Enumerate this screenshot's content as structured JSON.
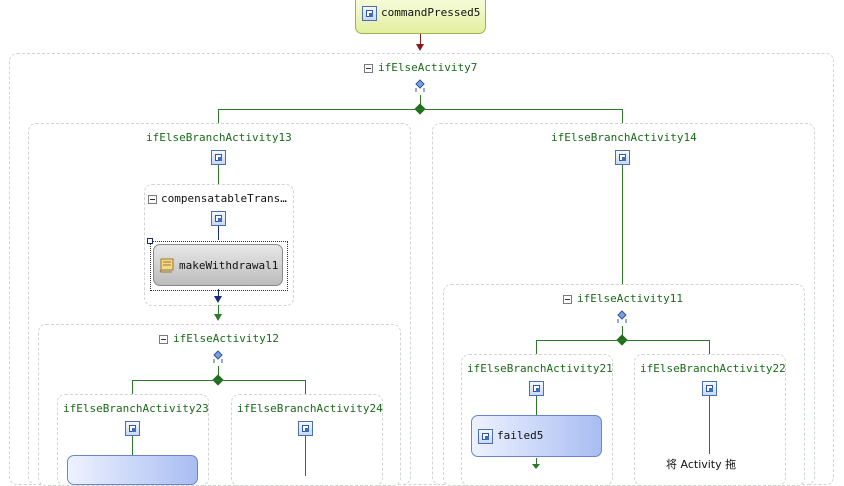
{
  "designer": {
    "top_activity": "commandPressed5",
    "outer_ifelse": "ifElseActivity7",
    "branch13": "ifElseBranchActivity13",
    "branch14": "ifElseBranchActivity14",
    "compensatable": "compensatableTrans…",
    "make_withdrawal": "makeWithdrawal1",
    "ifelse12": "ifElseActivity12",
    "branch23": "ifElseBranchActivity23",
    "branch24": "ifElseBranchActivity24",
    "ifelse11": "ifElseActivity11",
    "branch21": "ifElseBranchActivity21",
    "branch22": "ifElseBranchActivity22",
    "failed": "failed5",
    "drop_hint": "将 Activity 拖"
  },
  "colors": {
    "handler_fill": "#eef6c4",
    "handler_border": "#8eae3e",
    "code_fill": "#c8c8c8",
    "failed_fill": "#b6c8f6",
    "connector": "#2a7a2a",
    "top_arrow": "#8a1a1a"
  }
}
